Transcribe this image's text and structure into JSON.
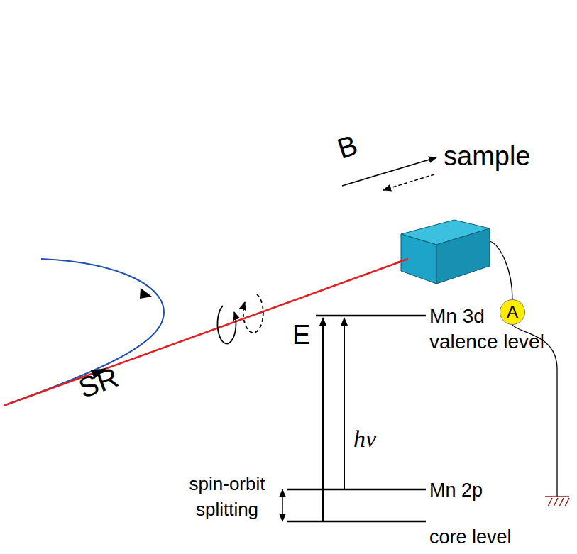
{
  "diagram": {
    "nodes": [
      {
        "text": [
          "A"
        ]
      }
    ],
    "labels": [
      "B",
      "sample",
      "SR",
      "E",
      "Mn 3d valence level",
      "spin-orbit splitting",
      "hν",
      "Mn 2p core level"
    ]
  }
}
